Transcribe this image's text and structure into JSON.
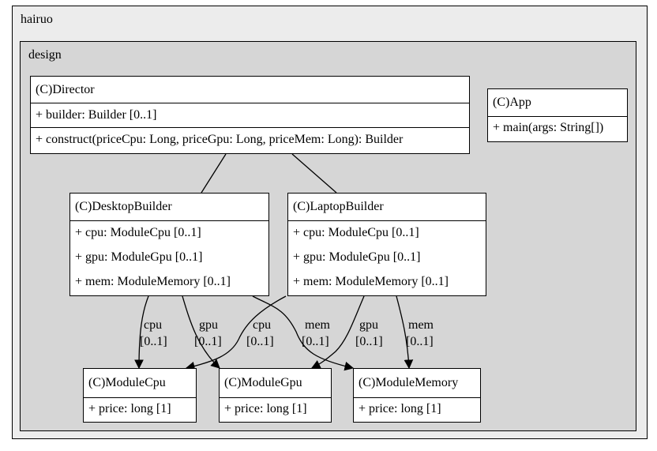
{
  "packages": {
    "outer": "hairuo",
    "inner": "design"
  },
  "classes": {
    "director": {
      "title": "(C)Director",
      "fields": [
        "+ builder: Builder [0..1]"
      ],
      "methods": [
        "+ construct(priceCpu: Long, priceGpu: Long, priceMem: Long): Builder"
      ]
    },
    "app": {
      "title": "(C)App",
      "methods": [
        "+ main(args: String[])"
      ]
    },
    "desktop_builder": {
      "title": "(C)DesktopBuilder",
      "fields": [
        "+ cpu: ModuleCpu [0..1]",
        "+ gpu: ModuleGpu [0..1]",
        "+ mem: ModuleMemory [0..1]"
      ]
    },
    "laptop_builder": {
      "title": "(C)LaptopBuilder",
      "fields": [
        "+ cpu: ModuleCpu [0..1]",
        "+ gpu: ModuleGpu [0..1]",
        "+ mem: ModuleMemory [0..1]"
      ]
    },
    "module_cpu": {
      "title": "(C)ModuleCpu",
      "fields": [
        "+ price: long [1]"
      ]
    },
    "module_gpu": {
      "title": "(C)ModuleGpu",
      "fields": [
        "+ price: long [1]"
      ]
    },
    "module_memory": {
      "title": "(C)ModuleMemory",
      "fields": [
        "+ price: long [1]"
      ]
    }
  },
  "associations": {
    "desktop_cpu": {
      "role": "cpu",
      "multiplicity": "[0..1]"
    },
    "desktop_gpu": {
      "role": "gpu",
      "multiplicity": "[0..1]"
    },
    "desktop_mem": {
      "role": "mem",
      "multiplicity": "[0..1]"
    },
    "laptop_cpu": {
      "role": "cpu",
      "multiplicity": "[0..1]"
    },
    "laptop_gpu": {
      "role": "gpu",
      "multiplicity": "[0..1]"
    },
    "laptop_mem": {
      "role": "mem",
      "multiplicity": "[0..1]"
    }
  }
}
